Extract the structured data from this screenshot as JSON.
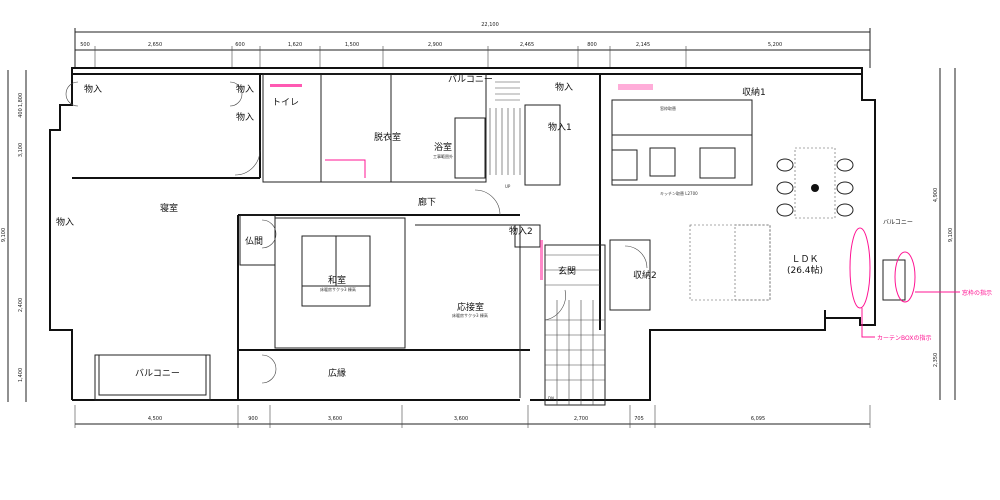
{
  "plan": {
    "total_width": "22,100",
    "top_dims": [
      "500",
      "2,650",
      "600",
      "1,620",
      "1,500",
      "2,900",
      "2,465",
      "800",
      "2,145",
      "5,200"
    ],
    "bottom_dims": [
      "4,500",
      "900",
      "3,600",
      "3,600",
      "2,700",
      "705",
      "6,095"
    ],
    "left_dims": [
      "1,800",
      "400",
      "3,100",
      "9,100",
      "2,400",
      "1,400"
    ],
    "right_dims": [
      "4,900",
      "9,100",
      "2,350"
    ],
    "rooms": {
      "storage_nw": "物入",
      "storage_n1": "物入",
      "storage_n2": "物入",
      "toilet": "トイレ",
      "balcony_n": "バルコニー",
      "dressing": "脱衣室",
      "bath": "浴室",
      "storage_n3": "物入",
      "storage_1": "物入1",
      "closet_1": "収納1",
      "bedroom": "寝室",
      "storage_w": "物入",
      "hallway": "廊下",
      "butsuma": "仏間",
      "washitsu": "和室",
      "reception": "応接室",
      "engawa": "広縁",
      "balcony_sw": "バルコニー",
      "entrance": "玄関",
      "closet_2": "収納2",
      "storage_2": "物入2",
      "ldk": "ＬＤＫ",
      "ldk_size": "(26.4帖)",
      "balcony_e": "バルコニー"
    },
    "notes": {
      "bath_note": "工事範囲外",
      "up": "UP",
      "dn": "DN",
      "kitchen": "キッチン取替 L2700",
      "sash": "窓枠取替",
      "washitsu_note": "床暖房サクラ3 棟高",
      "reception_note": "床暖房サクラ3 棟高"
    },
    "annotations": {
      "window_frame": "窓枠の指示",
      "curtain_box": "カーテンBOXの指示",
      "color": "#ff1493"
    }
  }
}
